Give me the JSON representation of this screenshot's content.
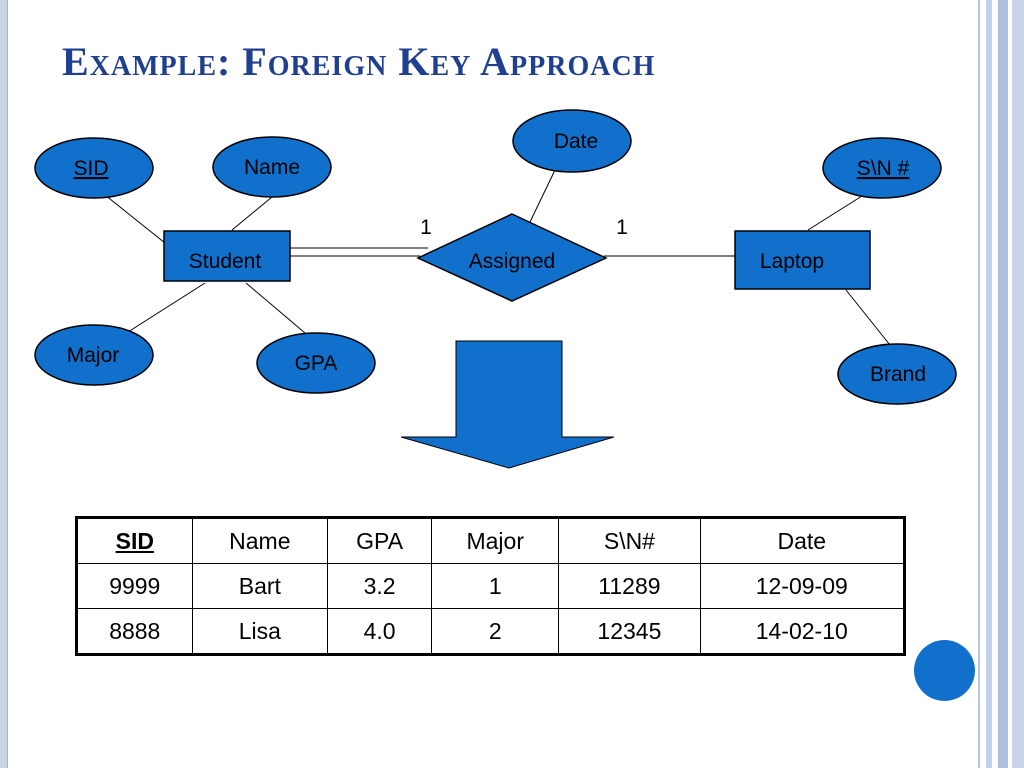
{
  "slide": {
    "title": "Example: Foreign Key Approach"
  },
  "diagram": {
    "entities": {
      "student": "Student",
      "laptop": "Laptop"
    },
    "relationship": "Assigned",
    "attributes": {
      "sid": "SID",
      "name": "Name",
      "major": "Major",
      "gpa": "GPA",
      "date": "Date",
      "sn": "S\\N #",
      "brand": "Brand"
    },
    "cardinality": {
      "left": "1",
      "right": "1"
    }
  },
  "table": {
    "headers": [
      "SID",
      "Name",
      "GPA",
      "Major",
      "S\\N#",
      "Date"
    ],
    "rows": [
      [
        "9999",
        "Bart",
        "3.2",
        "1",
        "11289",
        "12-09-09"
      ],
      [
        "8888",
        "Lisa",
        "4.0",
        "2",
        "12345",
        "14-02-10"
      ]
    ]
  },
  "colors": {
    "shape_fill": "#1170cc",
    "title": "#1f3f8f",
    "frame": "#aebfdd"
  }
}
